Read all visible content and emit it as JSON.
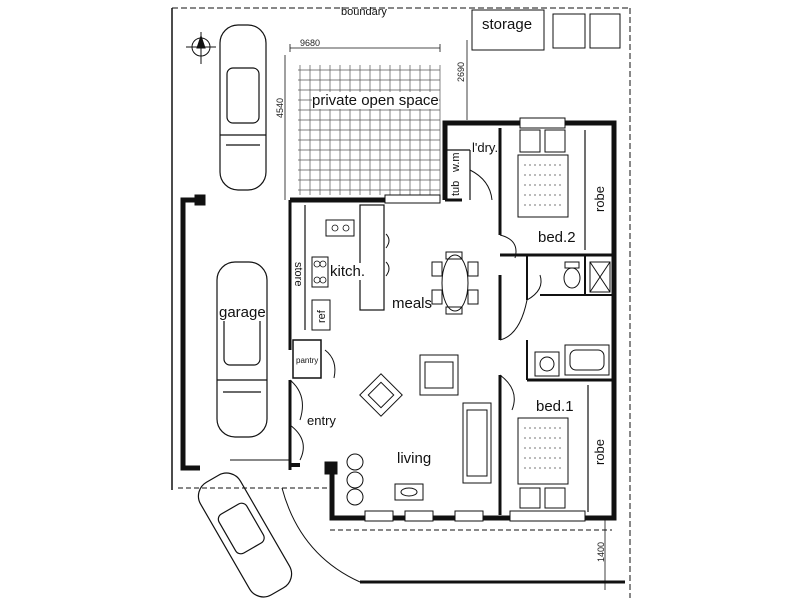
{
  "labels": {
    "boundary": "boundary",
    "storage": "storage",
    "private_open_space": "private open space",
    "dim_9680": "9680",
    "dim_4540": "4540",
    "dim_2690": "2690",
    "dim_1400": "1400",
    "wm": "w.m",
    "tub": "tub",
    "ldry": "l'dry.",
    "bed2": "bed.2",
    "robe_top": "robe",
    "store": "store",
    "kitch": "kitch.",
    "meals": "meals",
    "garage": "garage",
    "ref": "ref",
    "pantry": "pantry",
    "entry": "entry",
    "living": "living",
    "bed1": "bed.1",
    "robe_bottom": "robe"
  },
  "colors": {
    "ink": "#111111",
    "paper": "#ffffff",
    "hatch": "#555555"
  }
}
